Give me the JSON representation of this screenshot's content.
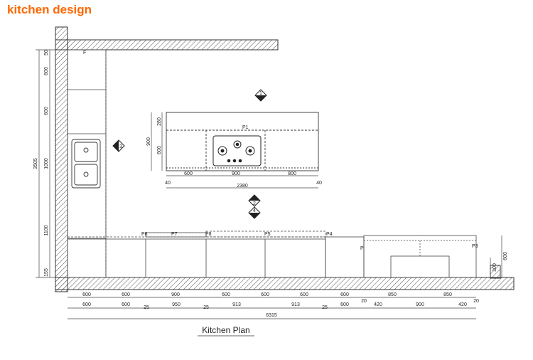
{
  "title": "kitchen design",
  "caption": "Kitchen Plan",
  "colors": {
    "title": "#ff6600",
    "wall_hatch": "#555555",
    "line": "#333333"
  },
  "view_markers": [
    "1",
    "2",
    "3",
    "4"
  ],
  "panel_labels": [
    "P1",
    "P3",
    "P4",
    "P5",
    "P6",
    "P7",
    "P8",
    "F",
    "P"
  ],
  "island": {
    "left_dims": [
      "280",
      "900",
      "600"
    ],
    "top_dims": [
      "600",
      "900",
      "800"
    ],
    "overhang_left": "40",
    "overhang_right": "40",
    "total": "2380",
    "hob_icon": "gas-hob-icon"
  },
  "left_wall_dims": {
    "total": "3505",
    "segments": [
      "50",
      "600",
      "600",
      "1000",
      "1100",
      "155"
    ]
  },
  "right_wall_dims": [
    "600",
    "300"
  ],
  "bottom_row1": [
    "600",
    "600",
    "900",
    "600",
    "600",
    "600",
    "600",
    "850",
    "850"
  ],
  "bottom_row2": [
    "600",
    "600",
    "25",
    "950",
    "25",
    "913",
    "913",
    "25",
    "600",
    "20",
    "420",
    "900",
    "420",
    "20"
  ],
  "bottom_total": "6315"
}
